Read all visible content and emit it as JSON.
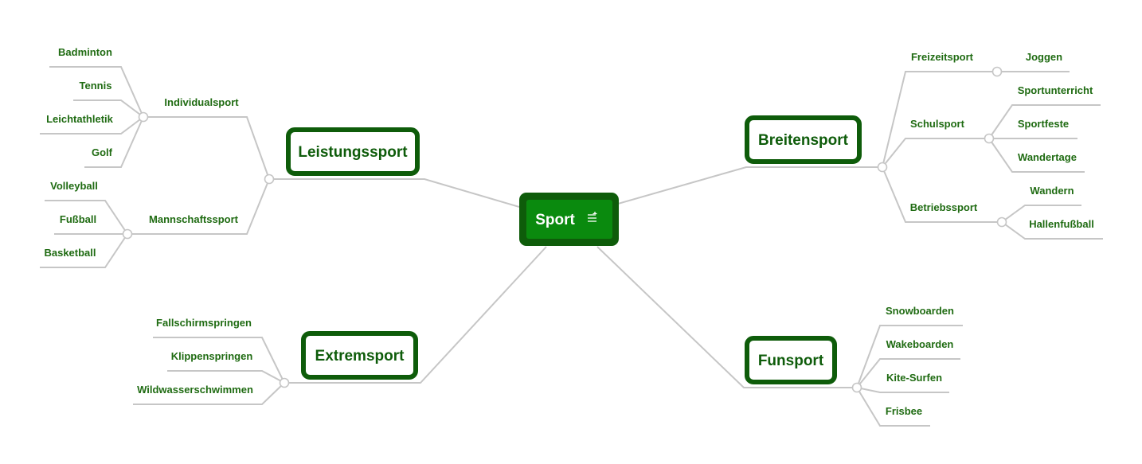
{
  "colors": {
    "root_fill": "#0a8a0e",
    "root_border": "#0e5c0a",
    "node_border": "#0e5c0a",
    "text": "#1f6b12",
    "connector": "#c6c6c6"
  },
  "root": {
    "label": "Sport",
    "icon": "add-notes-icon"
  },
  "branches": {
    "leistungssport": {
      "label": "Leistungssport",
      "individualsport": {
        "label": "Individualsport",
        "items": [
          "Badminton",
          "Tennis",
          "Leichtathletik",
          "Golf"
        ]
      },
      "mannschaftssport": {
        "label": "Mannschaftssport",
        "items": [
          "Volleyball",
          "Fußball",
          "Basketball"
        ]
      }
    },
    "extremsport": {
      "label": "Extremsport",
      "items": [
        "Fallschirmspringen",
        "Klippenspringen",
        "Wildwasserschwimmen"
      ]
    },
    "breitensport": {
      "label": "Breitensport",
      "freizeitsport": {
        "label": "Freizeitsport",
        "items": [
          "Joggen"
        ]
      },
      "schulsport": {
        "label": "Schulsport",
        "items": [
          "Sportunterricht",
          "Sportfeste",
          "Wandertage"
        ]
      },
      "betriebssport": {
        "label": "Betriebssport",
        "items": [
          "Wandern",
          "Hallenfußball"
        ]
      }
    },
    "funsport": {
      "label": "Funsport",
      "items": [
        "Snowboarden",
        "Wakeboarden",
        "Kite-Surfen",
        "Frisbee"
      ]
    }
  }
}
